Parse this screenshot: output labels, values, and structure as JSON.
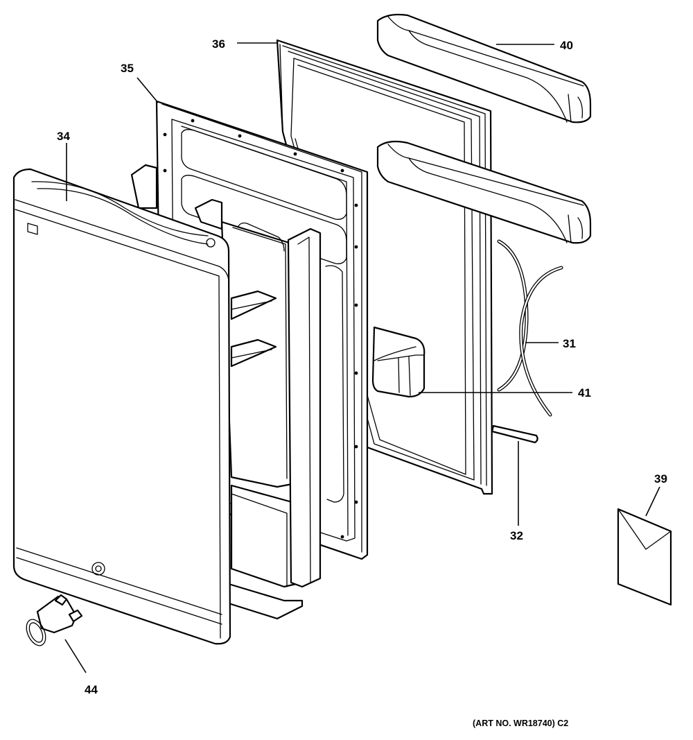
{
  "diagram": {
    "callouts": {
      "c31": "31",
      "c32": "32",
      "c34": "34",
      "c35": "35",
      "c36": "36",
      "c39": "39",
      "c40": "40",
      "c41": "41",
      "c44": "44"
    },
    "art_number": "(ART NO. WR18740) C2"
  }
}
